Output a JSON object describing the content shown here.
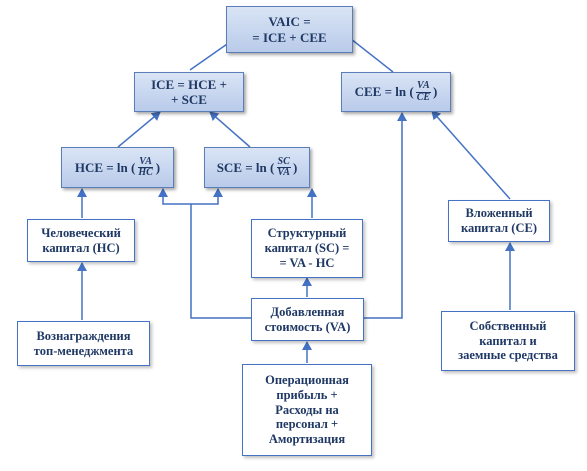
{
  "nodes": {
    "vaic": {
      "line1": "VAIC =",
      "line2": "= ICE + CEE"
    },
    "ice": {
      "line1": "ICE = HCE +",
      "line2": "+ SCE"
    },
    "cee": {
      "prefix": "CEE = ln (",
      "num": "VA",
      "den": "CE",
      "suffix": ")"
    },
    "hce": {
      "prefix": "HCE = ln (",
      "num": "VA",
      "den": "HC",
      "suffix": ")"
    },
    "sce": {
      "prefix": "SCE = ln (",
      "num": "SC",
      "den": "VA",
      "suffix": ")"
    },
    "human_capital": {
      "line1": "Человеческий",
      "line2": "капитал (HC)"
    },
    "structural_capital": {
      "line1": "Структурный",
      "line2": "капитал (SC) =",
      "line3": "= VA - HC"
    },
    "invested_capital": {
      "line1": "Вложенный",
      "line2": "капитал (CE)"
    },
    "value_added": {
      "line1": "Добавленная",
      "line2": "стоимость (VA)"
    },
    "management_pay": {
      "line1": "Вознаграждения",
      "line2": "топ-менеджмента"
    },
    "operating": {
      "line1": "Операционная",
      "line2": "прибыль +",
      "line3": "Расходы на",
      "line4": "персонал +",
      "line5": "Амортизация"
    },
    "own_capital": {
      "line1": "Собственный",
      "line2": "капитал и",
      "line3": "заемные средства"
    }
  },
  "colors": {
    "arrow": "#4472c4",
    "blue_box_border": "#5b7db8",
    "text": "#1f3864"
  }
}
